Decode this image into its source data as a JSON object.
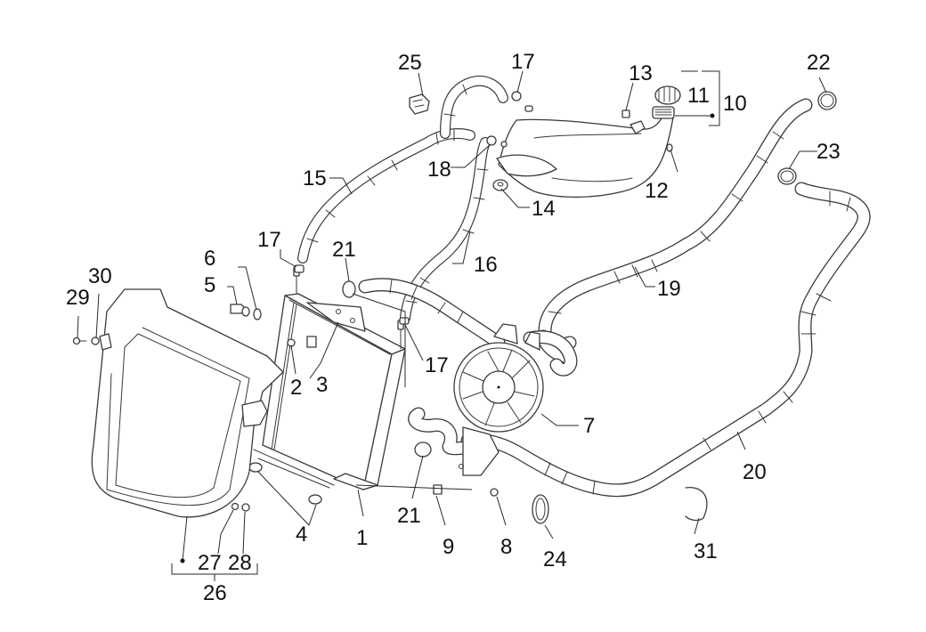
{
  "diagram": {
    "title": "Cooling system exploded parts view",
    "accent_color": "#111111",
    "line_color": "#3a3a3a",
    "background": "#ffffff",
    "callouts": [
      {
        "id": "c1",
        "label": "1",
        "part": "radiator"
      },
      {
        "id": "c2",
        "label": "2",
        "part": "screw"
      },
      {
        "id": "c3",
        "label": "3",
        "part": "clip-nut"
      },
      {
        "id": "c4",
        "label": "4",
        "part": "rubber-grommets"
      },
      {
        "id": "c5",
        "label": "5",
        "part": "temperature-sensor"
      },
      {
        "id": "c6",
        "label": "6",
        "part": "o-ring"
      },
      {
        "id": "c7",
        "label": "7",
        "part": "electric-fan"
      },
      {
        "id": "c8",
        "label": "8",
        "part": "screw"
      },
      {
        "id": "c9",
        "label": "9",
        "part": "clip-nut"
      },
      {
        "id": "c10",
        "label": "10",
        "part": "expansion-tank-assembly"
      },
      {
        "id": "c11",
        "label": "11",
        "part": "tank-cap"
      },
      {
        "id": "c12",
        "label": "12",
        "part": "screw"
      },
      {
        "id": "c13",
        "label": "13",
        "part": "clip-nut"
      },
      {
        "id": "c14",
        "label": "14",
        "part": "rubber-grommet"
      },
      {
        "id": "c15",
        "label": "15",
        "part": "hose"
      },
      {
        "id": "c16",
        "label": "16",
        "part": "hose"
      },
      {
        "id": "c17a",
        "label": "17",
        "part": "hose-clamp"
      },
      {
        "id": "c17b",
        "label": "17",
        "part": "hose-clamp"
      },
      {
        "id": "c17c",
        "label": "17",
        "part": "hose-clamp"
      },
      {
        "id": "c18",
        "label": "18",
        "part": "hose-clamp"
      },
      {
        "id": "c19",
        "label": "19",
        "part": "hose"
      },
      {
        "id": "c20",
        "label": "20",
        "part": "hose"
      },
      {
        "id": "c21a",
        "label": "21",
        "part": "hose-clamp"
      },
      {
        "id": "c21b",
        "label": "21",
        "part": "hose-clamp"
      },
      {
        "id": "c22",
        "label": "22",
        "part": "hose-clamp"
      },
      {
        "id": "c23",
        "label": "23",
        "part": "hose-clamp"
      },
      {
        "id": "c24",
        "label": "24",
        "part": "hose-clamp"
      },
      {
        "id": "c25",
        "label": "25",
        "part": "connector"
      },
      {
        "id": "c26",
        "label": "26",
        "part": "radiator-cover-assembly"
      },
      {
        "id": "c27",
        "label": "27",
        "part": "washer"
      },
      {
        "id": "c28",
        "label": "28",
        "part": "nut"
      },
      {
        "id": "c29",
        "label": "29",
        "part": "screw"
      },
      {
        "id": "c30",
        "label": "30",
        "part": "washer"
      },
      {
        "id": "c31",
        "label": "31",
        "part": "hose-clamp"
      }
    ]
  }
}
